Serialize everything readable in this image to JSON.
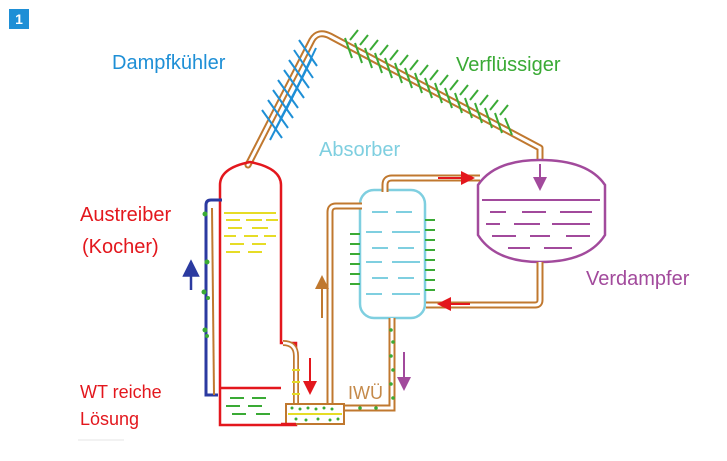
{
  "figure_number": "1",
  "labels": {
    "dampfkuehler": "Dampfkühler",
    "verfluessiger": "Verflüssiger",
    "absorber": "Absorber",
    "austreiber": "Austreiber",
    "kocher": "(Kocher)",
    "verdampfer": "Verdampfer",
    "iwue": "IWÜ",
    "wt_line1": "WT reiche",
    "wt_line2": "Lösung"
  },
  "colors": {
    "dampfkuehler": "#1e8fd6",
    "verfluessiger": "#3aaa35",
    "absorber": "#7fcfe0",
    "austreiber": "#e3171d",
    "verdampfer": "#a24a9c",
    "iwue": "#c58a4a",
    "pipe": "#c0782f",
    "liquid": "#e6dc26",
    "return_line": "#2b3aa0"
  }
}
